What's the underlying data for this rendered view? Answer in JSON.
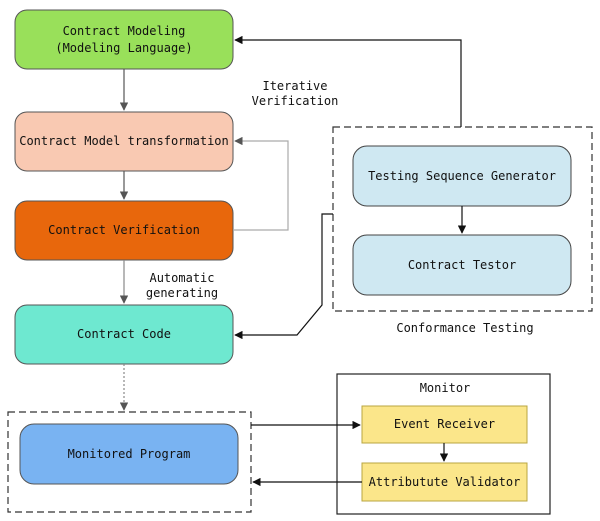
{
  "nodes": {
    "contract_modeling": {
      "line1": "Contract Modeling",
      "line2": "(Modeling Language)",
      "color": "#99e05a"
    },
    "model_transformation": {
      "label": "Contract Model transformation",
      "color": "#f9c9b2"
    },
    "contract_verification": {
      "label": "Contract Verification",
      "color": "#e8670c"
    },
    "contract_code": {
      "label": "Contract Code",
      "color": "#6ee8d0"
    },
    "monitored_program": {
      "label": "Monitored Program",
      "color": "#79b3f2"
    },
    "testing_sequence_generator": {
      "label": "Testing Sequence Generator",
      "color": "#cfe8f2"
    },
    "contract_testor": {
      "label": "Contract Testor",
      "color": "#cfe8f2"
    },
    "event_receiver": {
      "label": "Event Receiver",
      "color": "#fbe68a"
    },
    "attribute_validator": {
      "label": "Attributute Validator",
      "color": "#fbe68a"
    }
  },
  "groups": {
    "conformance_testing": {
      "label": "Conformance Testing"
    },
    "monitor": {
      "label": "Monitor"
    }
  },
  "annotations": {
    "iterative_verification": {
      "line1": "Iterative",
      "line2": "Verification"
    },
    "automatic_generating": {
      "line1": "Automatic",
      "line2": "generating"
    }
  }
}
